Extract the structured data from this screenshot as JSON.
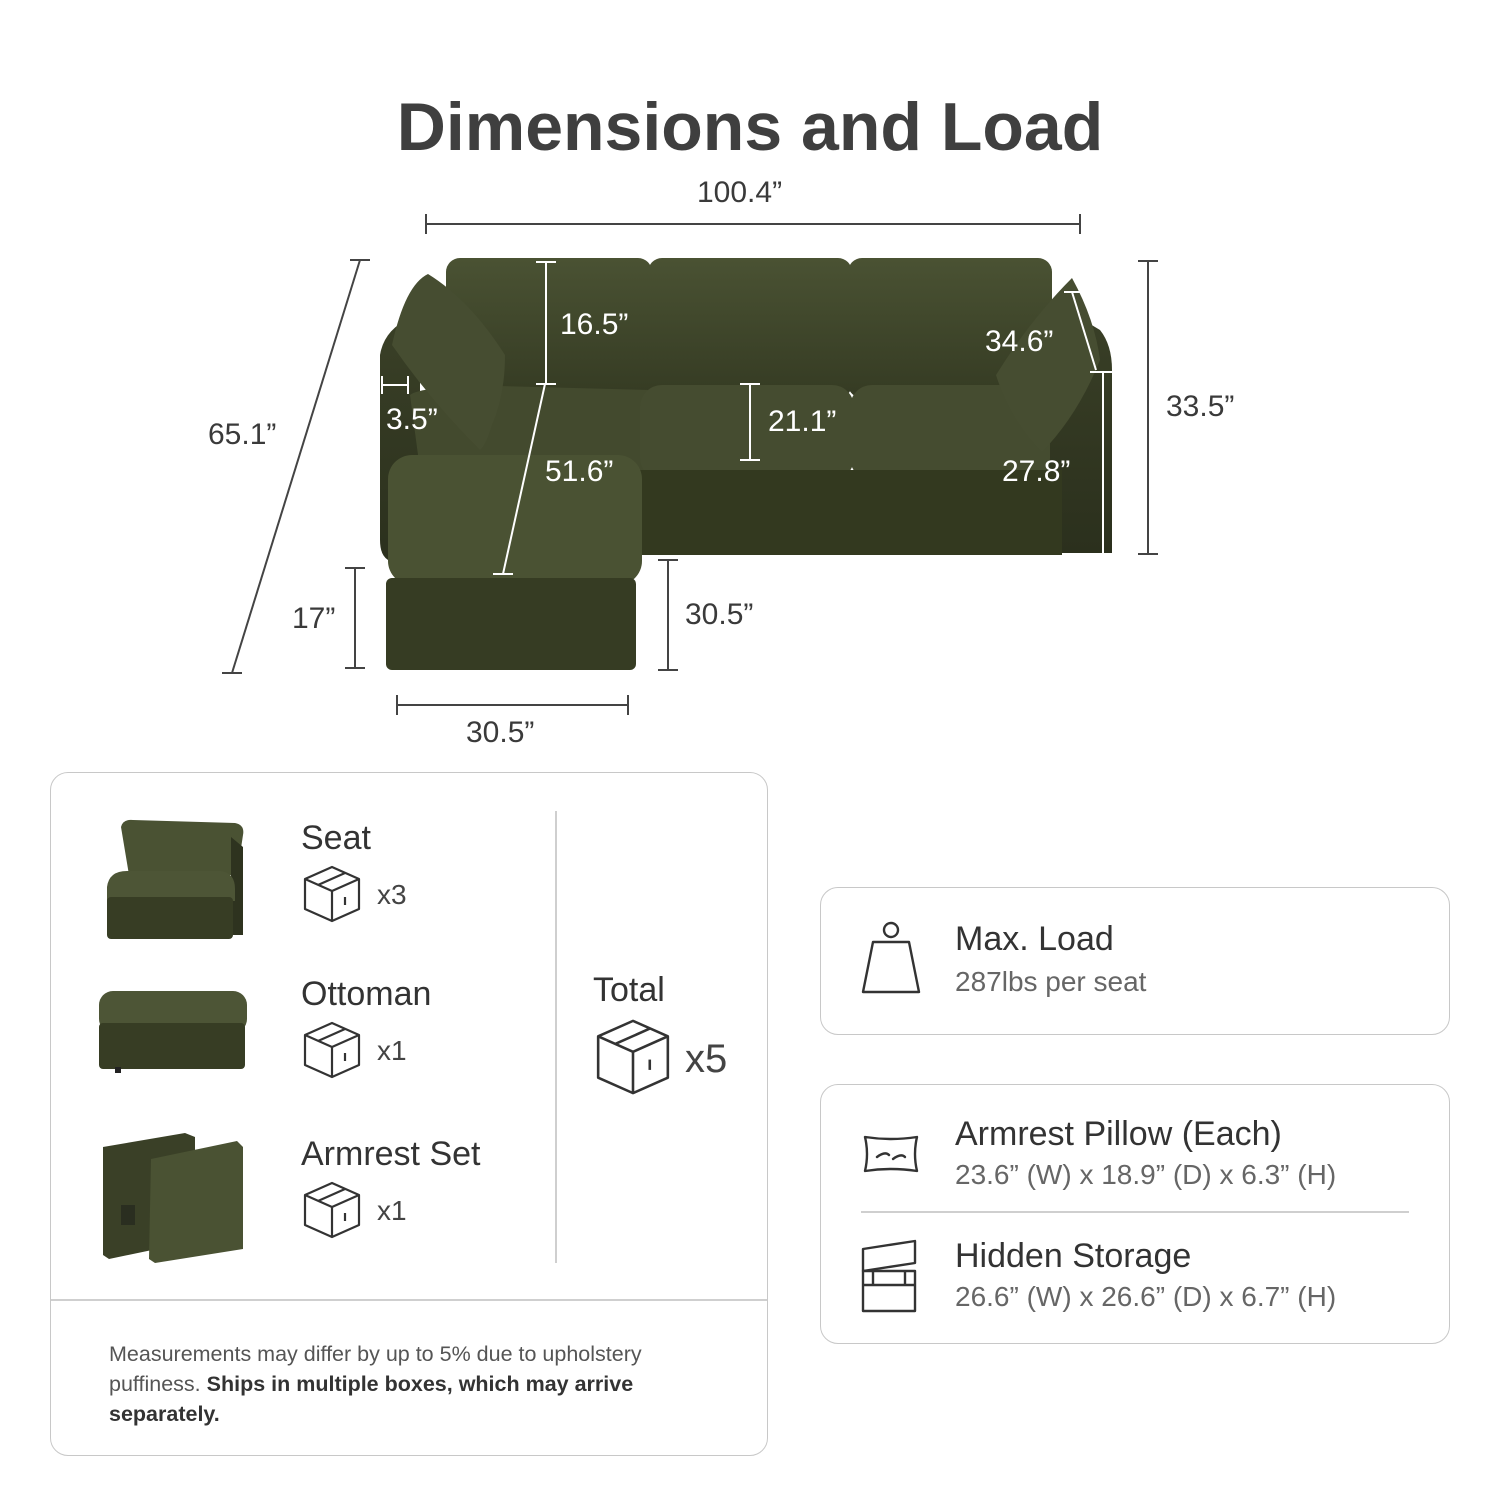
{
  "title": "Dimensions and Load",
  "dimensions": {
    "total_width": "100.4”",
    "depth_diagonal": "65.1”",
    "back_cushion_height": "16.5”",
    "arm_thickness": "3.5”",
    "ottoman_depth": "51.6”",
    "seat_depth": "21.1”",
    "armrest_height_diag": "34.6”",
    "total_height": "33.5”",
    "arm_height": "27.8”",
    "ottoman_height": "17”",
    "ottoman_side": "30.5”",
    "ottoman_width": "30.5”"
  },
  "components": [
    {
      "name": "Seat",
      "count": "x3"
    },
    {
      "name": "Ottoman",
      "count": "x1"
    },
    {
      "name": "Armrest Set",
      "count": "x1"
    }
  ],
  "total": {
    "label": "Total",
    "count": "x5"
  },
  "note": {
    "plain": "Measurements may differ by up to 5% due to upholstery puffiness.",
    "bold": "Ships in multiple boxes, which may arrive separately."
  },
  "load": {
    "title": "Max. Load",
    "value": "287lbs per seat"
  },
  "extras": [
    {
      "title": "Armrest Pillow (Each)",
      "size": "23.6” (W) x 18.9” (D) x 6.3” (H)"
    },
    {
      "title": "Hidden Storage",
      "size": "26.6” (W) x 26.6” (D) x 6.7” (H)"
    }
  ],
  "colors": {
    "fabric": "#3b4127",
    "fabric_dark": "#2c3120",
    "fabric_light": "#4a5233",
    "line": "#444444"
  },
  "icons": [
    "box-icon",
    "weight-icon",
    "pillow-icon",
    "storage-icon"
  ]
}
